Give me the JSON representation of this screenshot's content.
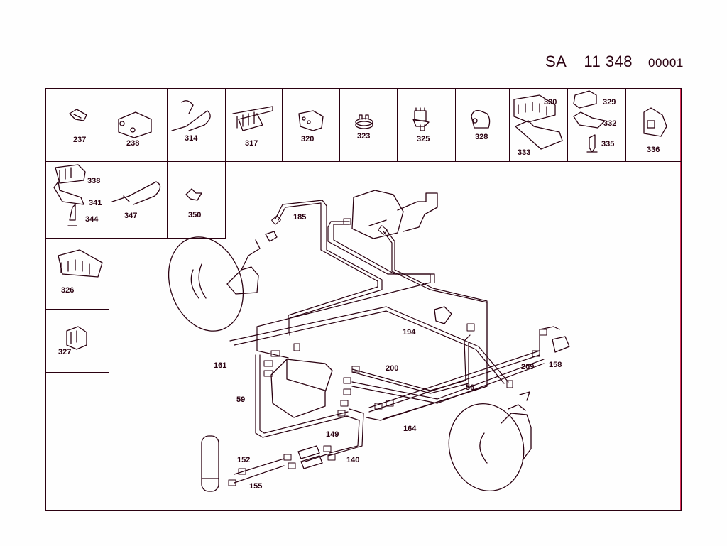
{
  "header": {
    "prefix": "SA",
    "number": "11 348",
    "sheet": "00001"
  },
  "parts_grid": [
    {
      "id": "237",
      "icon": "hose-clip-icon"
    },
    {
      "id": "238",
      "icon": "double-bushing-icon"
    },
    {
      "id": "314",
      "icon": "cable-tie-clip-icon"
    },
    {
      "id": "317",
      "icon": "multi-line-clip-icon"
    },
    {
      "id": "320",
      "icon": "rubber-block-icon"
    },
    {
      "id": "323",
      "icon": "grommet-icon"
    },
    {
      "id": "325",
      "icon": "push-in-clip-icon"
    },
    {
      "id": "328",
      "icon": "twin-clip-icon"
    },
    {
      "id": "330",
      "icon": "line-holder-icon",
      "extra": [
        "333"
      ]
    },
    {
      "id": "329",
      "icon": "clip-bracket-screw-icon",
      "extra": [
        "332",
        "335"
      ]
    },
    {
      "id": "336",
      "icon": "snap-clip-icon"
    },
    {
      "id": "338",
      "icon": "holder-bracket-screw-icon",
      "extra": [
        "341",
        "344"
      ]
    },
    {
      "id": "347",
      "icon": "cable-tie-icon"
    },
    {
      "id": "350",
      "icon": "spring-clip-icon"
    },
    {
      "id": "326",
      "icon": "five-line-holder-icon"
    },
    {
      "id": "327",
      "icon": "small-line-holder-icon"
    }
  ],
  "diagram_labels": {
    "l185": "185",
    "l194": "194",
    "l161": "161",
    "l200": "200",
    "l59": "59",
    "l56": "56",
    "l209": "209",
    "l158": "158",
    "l149": "149",
    "l164": "164",
    "l152": "152",
    "l140": "140",
    "l155": "155"
  },
  "colors": {
    "ink": "#2a0010",
    "fringe": "#e0305a",
    "background": "#fefefe"
  }
}
